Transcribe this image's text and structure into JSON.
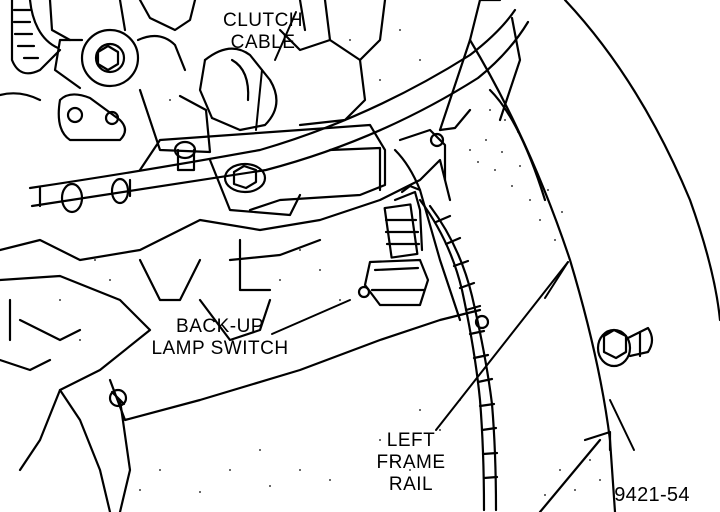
{
  "diagram": {
    "labels": {
      "clutch_cable": {
        "line1": "CLUTCH",
        "line2": "CABLE"
      },
      "backup_lamp_switch": {
        "line1": "BACK-UP",
        "line2": "LAMP SWITCH"
      },
      "left_frame_rail": {
        "line1": "LEFT",
        "line2": "FRAME",
        "line3": "RAIL"
      }
    },
    "figure_number": "9421-54"
  },
  "colors": {
    "ink": "#000000",
    "paper": "#ffffff"
  }
}
